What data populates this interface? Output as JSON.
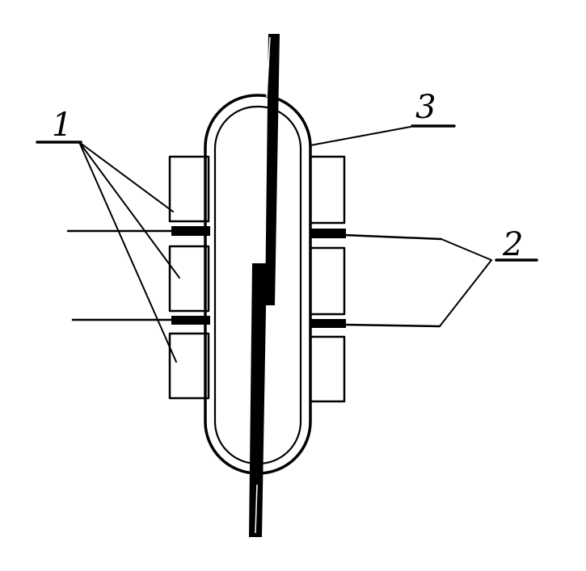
{
  "labels": {
    "one": "1",
    "two": "2",
    "three": "3"
  },
  "colors": {
    "ink": "#000000",
    "paper": "#ffffff"
  }
}
